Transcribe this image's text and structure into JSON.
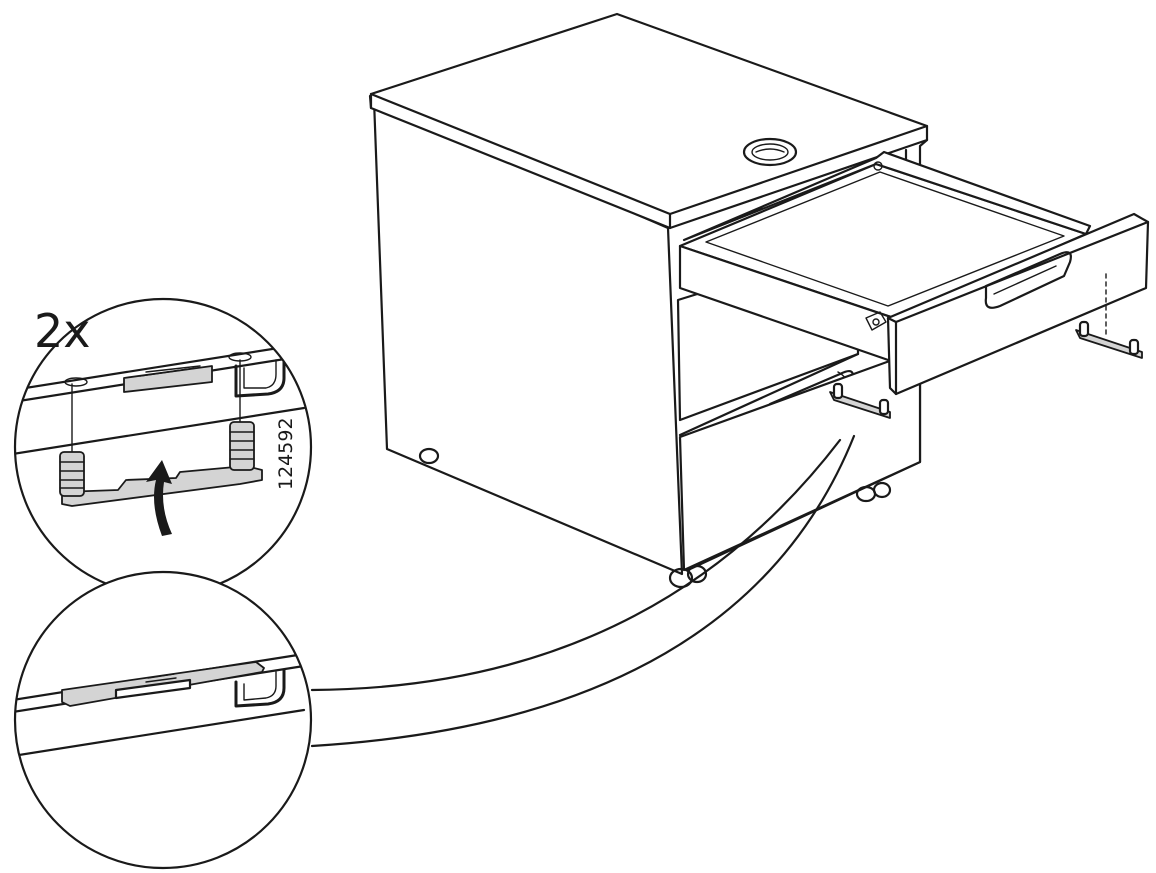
{
  "figure": {
    "quantity_label": "2x",
    "part_number": "124592",
    "colors": {
      "line": "#1a1a1a",
      "part_fill": "#d4d4d4",
      "background": "#ffffff"
    },
    "icons": [
      "drawer-cabinet-illustration",
      "zoom-callout-before",
      "zoom-callout-after",
      "rotate-arrow-icon",
      "drawer-stop-clip"
    ]
  }
}
